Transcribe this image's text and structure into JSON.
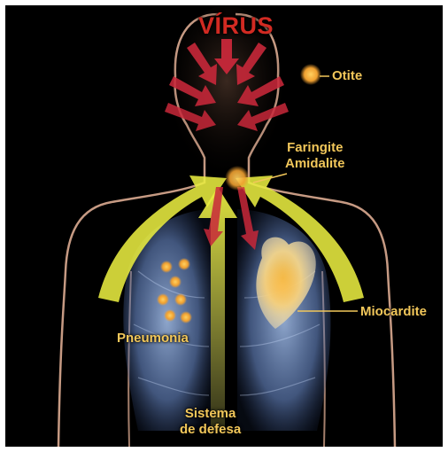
{
  "title": "VÍRUS",
  "labels": {
    "otite": "Otite",
    "faringite": "Faringite",
    "amidalite": "Amidalite",
    "miocardite": "Miocardite",
    "pneumonia": "Pneumonia",
    "sistema_line1": "Sistema",
    "sistema_line2": "de defesa"
  },
  "colors": {
    "background": "#000000",
    "title": "#d22a22",
    "label": "#f2c75a",
    "virus_arrow": "#c8283a",
    "defense_arrow": "#e8ec40",
    "infection_spot": "#f0a030",
    "body_outline": "#e9b59a",
    "lung": "#6d8fd0"
  },
  "icons": [
    "body-silhouette",
    "lungs",
    "heart",
    "virus-arrows",
    "defense-arrows",
    "infection-spots"
  ]
}
